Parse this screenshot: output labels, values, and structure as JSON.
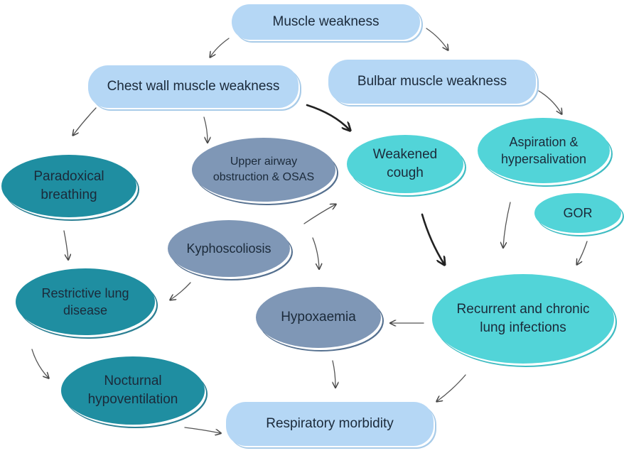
{
  "nodes": {
    "muscle_weakness": "Muscle weakness",
    "chest_wall": "Chest wall muscle weakness",
    "bulbar": "Bulbar muscle weakness",
    "paradoxical": [
      "Paradoxical",
      "breathing"
    ],
    "upper_airway": [
      "Upper airway",
      "obstruction & OSAS"
    ],
    "weakened_cough": [
      "Weakened",
      "cough"
    ],
    "aspiration": [
      "Aspiration &",
      "hypersalivation"
    ],
    "gor": "GOR",
    "kyphoscoliosis": "Kyphoscoliosis",
    "restrictive": [
      "Restrictive lung",
      "disease"
    ],
    "hypoxaemia": "Hypoxaemia",
    "recurrent": [
      "Recurrent and chronic",
      "lung infections"
    ],
    "nocturnal": [
      "Nocturnal",
      "hypoventilation"
    ],
    "respiratory": "Respiratory morbidity"
  },
  "colors": {
    "light_blue": "#b5d7f5",
    "dark_teal": "#1f8ea1",
    "cyan": "#52d4d8",
    "slate_blue": "#7f97b6",
    "arrow": "#444444"
  }
}
